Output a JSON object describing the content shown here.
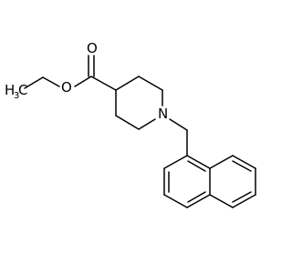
{
  "molecule": {
    "atoms": {
      "carbonyl_oxygen": "O",
      "ester_oxygen": "O",
      "ring_nitrogen": "N",
      "methyl_main": "H",
      "methyl_sub": "3",
      "methyl_carbon": "C"
    }
  }
}
